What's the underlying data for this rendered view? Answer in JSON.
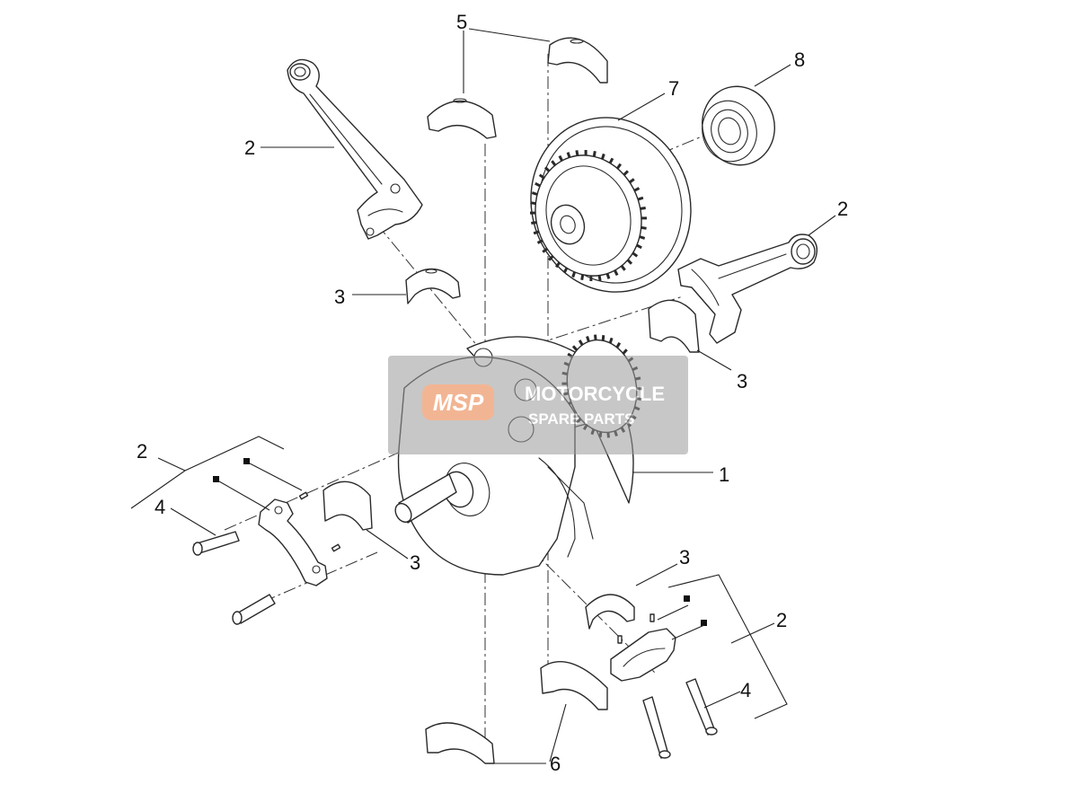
{
  "callouts": {
    "c1": "1",
    "c2a": "2",
    "c2b": "2",
    "c2c": "2",
    "c2d": "2",
    "c3a": "3",
    "c3b": "3",
    "c3c": "3",
    "c3d": "3",
    "c4a": "4",
    "c4b": "4",
    "c5": "5",
    "c6": "6",
    "c7": "7",
    "c8": "8"
  },
  "watermark": {
    "logo_text": "MSP",
    "line1": "MOTORCYCLE",
    "line2": "SPARE PARTS",
    "color": "#e87a3c"
  }
}
